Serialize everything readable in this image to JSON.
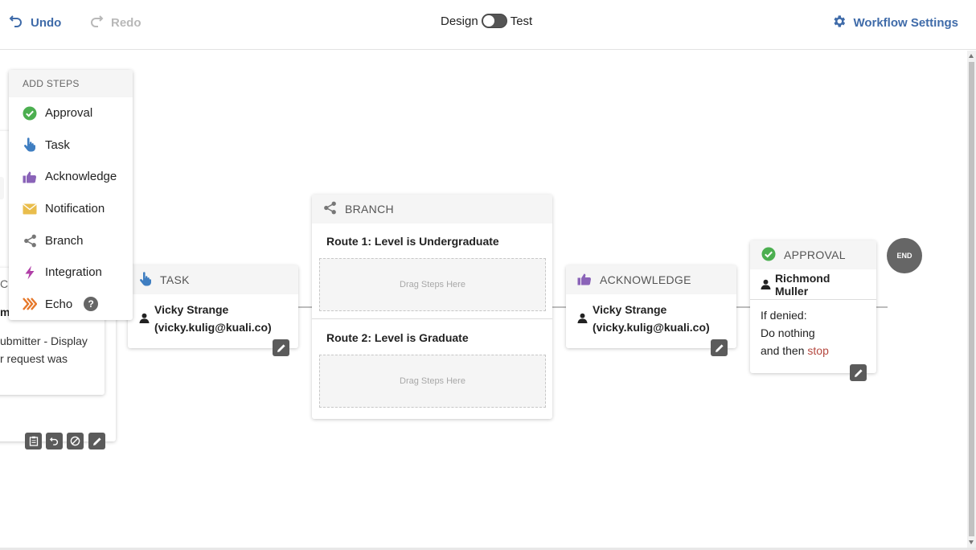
{
  "toolbar": {
    "undo_label": "Undo",
    "redo_label": "Redo",
    "design_label": "Design",
    "test_label": "Test",
    "settings_label": "Workflow Settings"
  },
  "add_steps": {
    "title": "ADD STEPS",
    "items": [
      {
        "label": "Approval",
        "icon": "check-circle-icon",
        "color": "#4caf50"
      },
      {
        "label": "Task",
        "icon": "pointer-hand-icon",
        "color": "#3f7ec1"
      },
      {
        "label": "Acknowledge",
        "icon": "thumbs-up-icon",
        "color": "#8a63b8"
      },
      {
        "label": "Notification",
        "icon": "envelope-icon",
        "color": "#e9bd4c"
      },
      {
        "label": "Branch",
        "icon": "share-icon",
        "color": "#777777"
      },
      {
        "label": "Integration",
        "icon": "bolt-icon",
        "color": "#b03fa7"
      },
      {
        "label": "Echo",
        "icon": "chevrons-right-icon",
        "color": "#e6782a"
      }
    ],
    "help_symbol": "?"
  },
  "left_card": {
    "partial_text_1": "ubmitter - Display",
    "partial_text_2": "r request was",
    "partial_char_1": "C",
    "partial_char_2": "m"
  },
  "task_card": {
    "type_label": "TASK",
    "assignee": "Vicky Strange (vicky.kulig@kuali.co)"
  },
  "branch_card": {
    "type_label": "BRANCH",
    "route1": "Route 1: Level is Undergraduate",
    "route2": "Route 2: Level is Graduate",
    "dropzone_label": "Drag Steps Here"
  },
  "acknowledge_card": {
    "type_label": "ACKNOWLEDGE",
    "assignee": "Vicky Strange (vicky.kulig@kuali.co)"
  },
  "approval_card": {
    "type_label": "APPROVAL",
    "assignee": "Richmond Muller",
    "denied_line1": "If denied:",
    "denied_line2": "Do nothing",
    "denied_line3_prefix": "and then",
    "denied_line3_action": "stop"
  },
  "end_node": {
    "label": "END"
  },
  "colors": {
    "accent": "#3f6ba9",
    "stop": "#b5483f"
  }
}
